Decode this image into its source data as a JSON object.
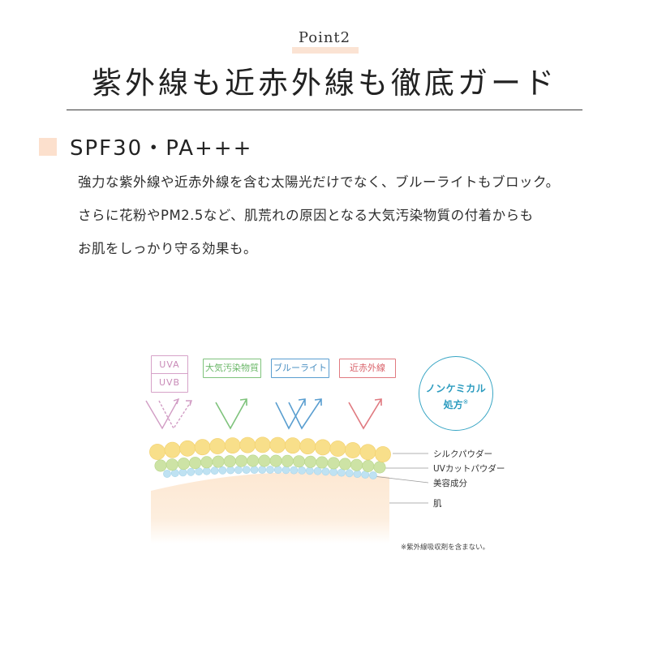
{
  "header": {
    "point_label": "Point2",
    "title": "紫外線も近赤外線も徹底ガード"
  },
  "section": {
    "heading": "SPF30・PA+++",
    "body_lines": [
      "強力な紫外線や近赤外線を含む太陽光だけでなく、ブルーライトもブロック。",
      "さらに花粉やPM2.5など、肌荒れの原因となる大気汚染物質の付着からも",
      "お肌をしっかり守る効果も。"
    ]
  },
  "diagram": {
    "chips": {
      "uva": "UVA",
      "uvb": "UVB",
      "air": "大気汚染物質",
      "blue": "ブルーライト",
      "ir": "近赤外線"
    },
    "badge": {
      "line1": "ノンケミカル",
      "line2": "処方",
      "mark": "※"
    },
    "layers": {
      "silk": "シルクパウダー",
      "uv_cut": "UVカットパウダー",
      "beauty": "美容成分",
      "skin": "肌"
    },
    "footnote": "※紫外線吸収剤を含まない。",
    "colors": {
      "uv": "#d6a2c8",
      "air": "#7fc37c",
      "blue": "#5a9ed0",
      "ir": "#e07a80",
      "badge": "#37a5c4",
      "silk": "#f8df8a",
      "uv_cut": "#cde3a5",
      "beauty": "#bfe2f2",
      "skin": "#fde8d3"
    }
  }
}
